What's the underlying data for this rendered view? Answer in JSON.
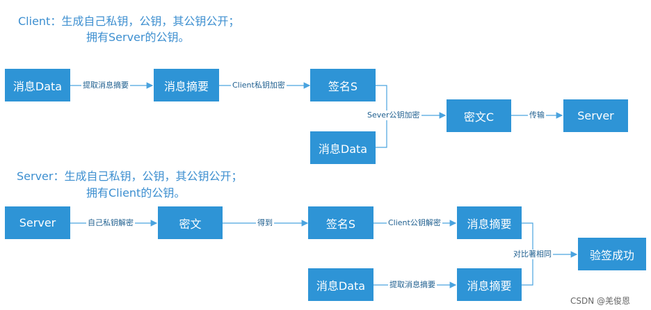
{
  "section1": {
    "caption_line1": "Client：生成自己私钥，公钥，其公钥公开；",
    "caption_line2": "拥有Server的公钥。",
    "nodes": {
      "message_data": "消息Data",
      "digest": "消息摘要",
      "signature": "签名S",
      "message_data_2": "消息Data",
      "ciphertext": "密文C",
      "server": "Server"
    },
    "edges": {
      "extract_digest": "提取消息摘要",
      "client_encrypt": "Client私钥加密",
      "server_encrypt": "Sever公钥加密",
      "transmit": "传输"
    }
  },
  "section2": {
    "caption_line1": "Server：生成自己私钥，公钥，其公钥公开；",
    "caption_line2": "拥有Client的公钥。",
    "nodes": {
      "server": "Server",
      "ciphertext": "密文",
      "signature": "签名S",
      "digest_1": "消息摘要",
      "message_data": "消息Data",
      "digest_2": "消息摘要",
      "verify_success": "验签成功"
    },
    "edges": {
      "decrypt_private": "自己私钥解密",
      "obtain": "得到",
      "client_decrypt": "Client公钥解密",
      "extract_digest": "提取消息摘要",
      "compare_same": "对比著相同"
    }
  },
  "watermark": "CSDN @羌俊恩",
  "colors": {
    "box": "#2e94d6",
    "line": "#4aa3df",
    "caption": "#3d8fd0"
  }
}
